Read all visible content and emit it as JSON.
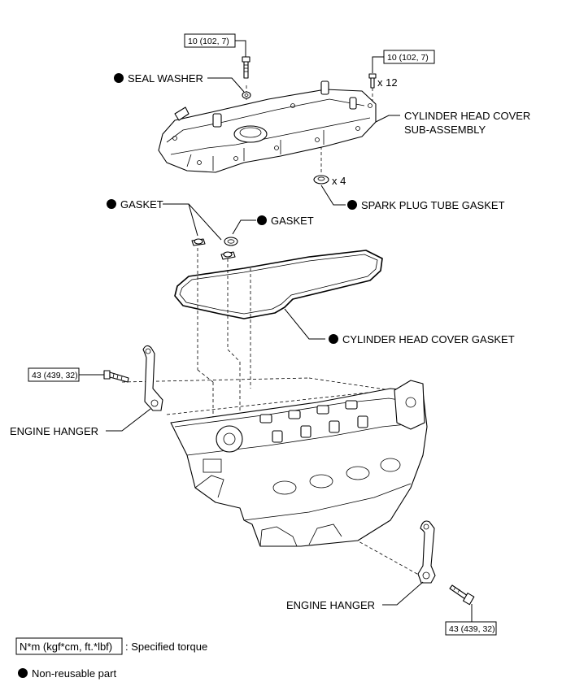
{
  "torque": {
    "cover_bolt_a": "10 (102, 7)",
    "cover_bolt_b": "10 (102, 7)",
    "hanger_bolt_upper": "43 (439, 32)",
    "hanger_bolt_lower": "43 (439, 32)"
  },
  "quantity": {
    "cover_bolts": "x 12",
    "plug_gaskets": "x 4"
  },
  "labels": {
    "seal_washer": "SEAL WASHER",
    "head_cover_line1": "CYLINDER HEAD COVER",
    "head_cover_line2": "SUB-ASSEMBLY",
    "spark_plug_tube_gasket": "SPARK PLUG TUBE GASKET",
    "gasket_left": "GASKET",
    "gasket_right": "GASKET",
    "head_cover_gasket": "CYLINDER HEAD COVER GASKET",
    "engine_hanger_upper": "ENGINE HANGER",
    "engine_hanger_lower": "ENGINE HANGER"
  },
  "legend": {
    "torque_box": "N*m (kgf*cm, ft.*lbf)",
    "torque_desc": ": Specified torque",
    "non_reusable": "Non-reusable part"
  },
  "colors": {
    "ink": "#000000",
    "paper": "#ffffff"
  }
}
